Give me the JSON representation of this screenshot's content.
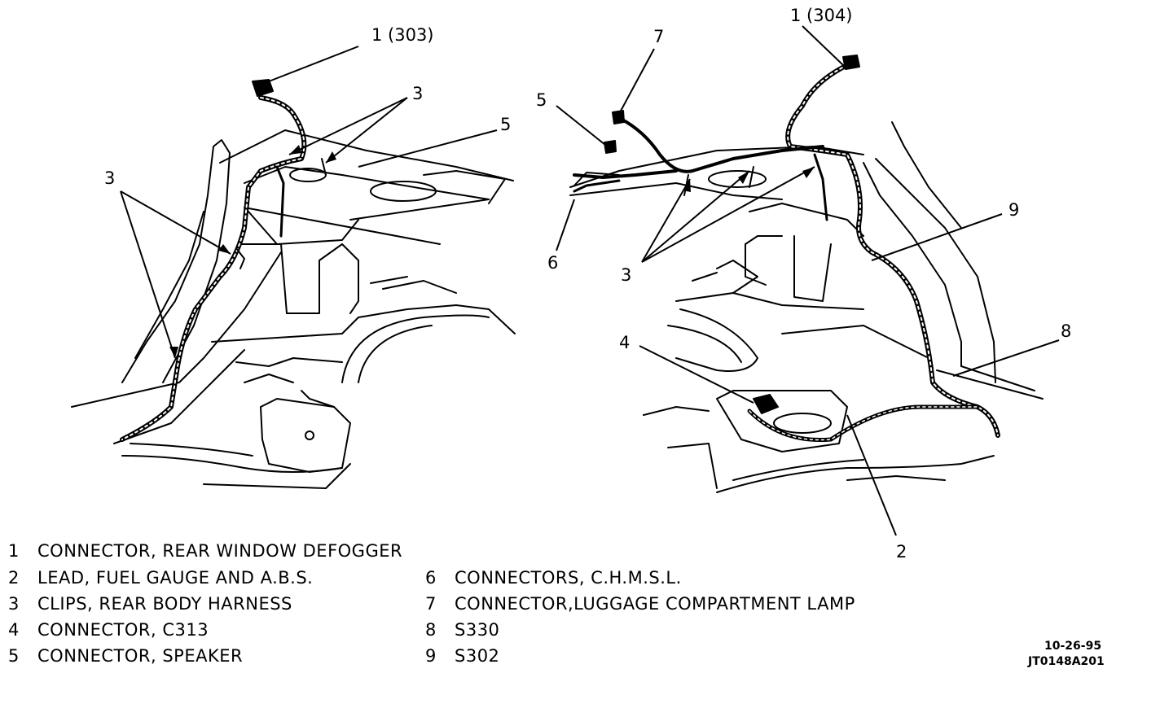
{
  "callouts": [
    "1 (303)",
    "1 (304)",
    "3",
    "3",
    "3",
    "5",
    "5",
    "7",
    "6",
    "9",
    "8",
    "4",
    "2"
  ],
  "legend_left": [
    {
      "num": "1",
      "text": "CONNECTOR, REAR WINDOW DEFOGGER"
    },
    {
      "num": "2",
      "text": "LEAD, FUEL GAUGE AND A.B.S."
    },
    {
      "num": "3",
      "text": "CLIPS, REAR BODY HARNESS"
    },
    {
      "num": "4",
      "text": "CONNECTOR, C313"
    },
    {
      "num": "5",
      "text": "CONNECTOR, SPEAKER"
    }
  ],
  "legend_right": [
    {
      "num": "6",
      "text": "CONNECTORS, C.H.M.S.L."
    },
    {
      "num": "7",
      "text": "CONNECTOR,LUGGAGE COMPARTMENT LAMP"
    },
    {
      "num": "8",
      "text": "S330"
    },
    {
      "num": "9",
      "text": "S302"
    }
  ],
  "figure_date": "10-26-95",
  "figure_code": "JT0148A201"
}
